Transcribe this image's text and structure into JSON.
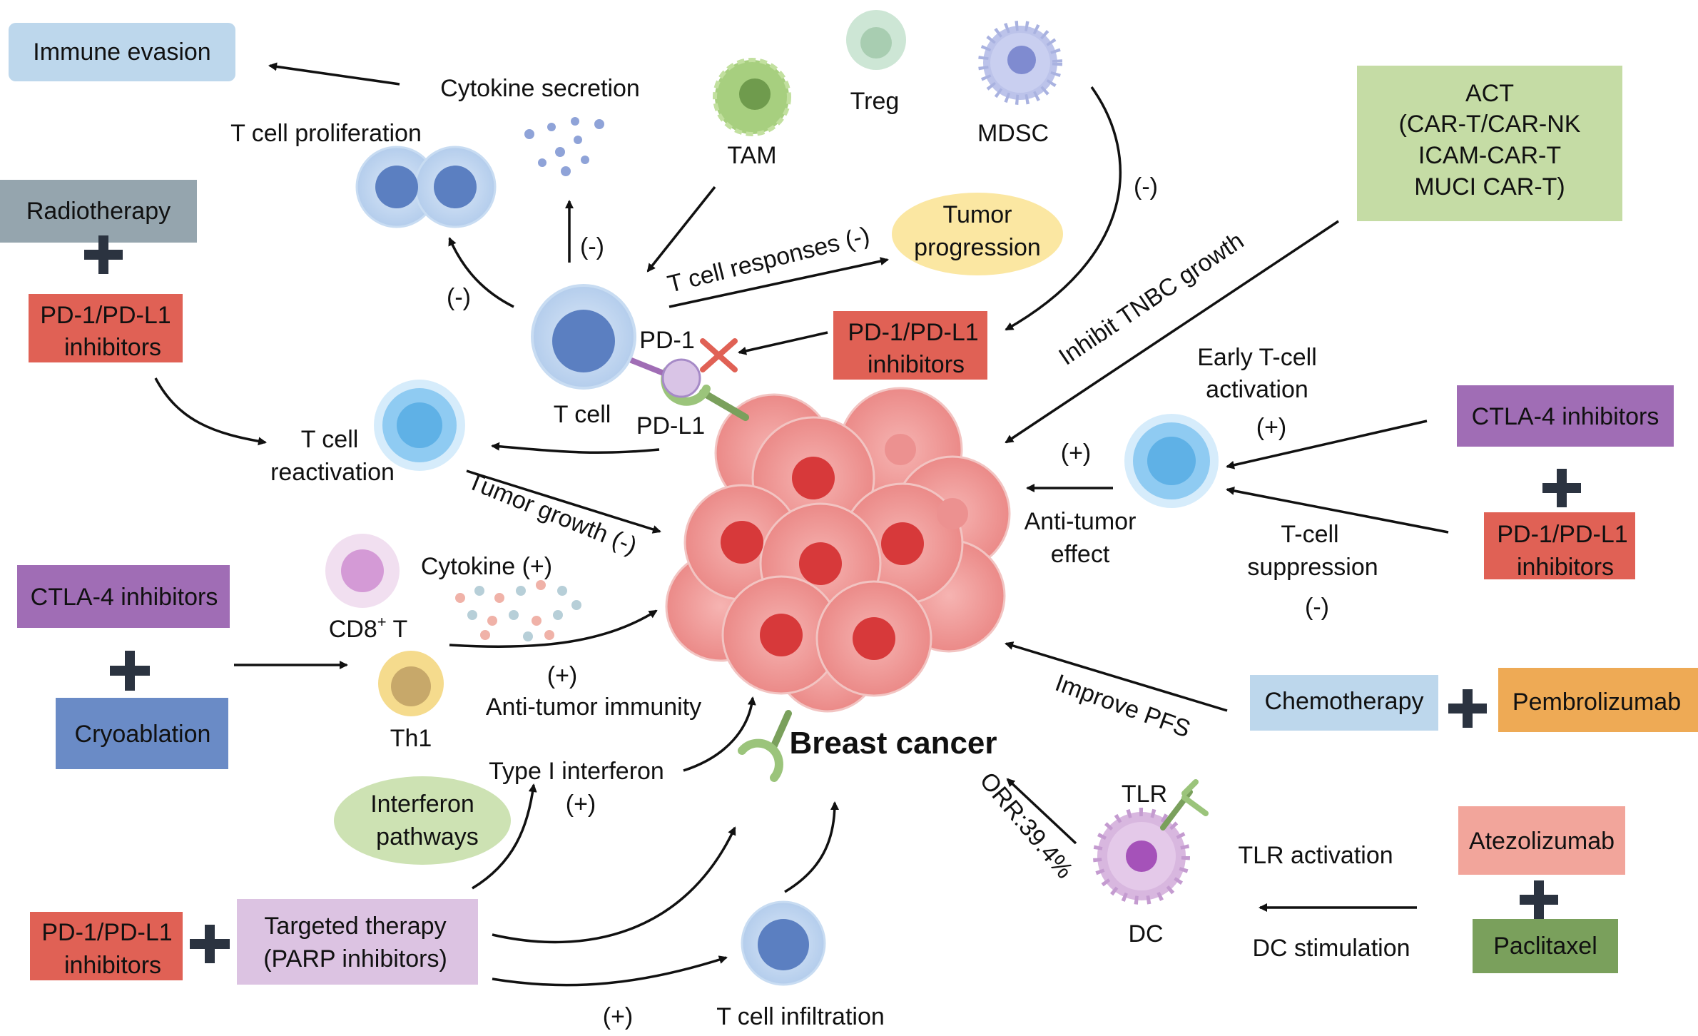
{
  "colors": {
    "red_box": "#e06155",
    "grey_box": "#95a5ae",
    "purple_box": "#a06db5",
    "blue_box": "#6a8bc6",
    "lightblue_box": "#bdd7ec",
    "green_box": "#c5dca5",
    "lavender_box": "#dcc3e2",
    "orange_box": "#eeaa55",
    "salmon_box": "#f2a59b",
    "darkgreen_box": "#7aa05c",
    "yellow_ellipse": "#fbe7a2",
    "green_ellipse": "#cde2b3"
  },
  "boxes": {
    "immune_evasion": "Immune evasion",
    "radiotherapy": "Radiotherapy",
    "pd1_left_top": [
      "PD-1/PD-L1",
      "inhibitors"
    ],
    "pd1_center": [
      "PD-1/PD-L1",
      "inhibitors"
    ],
    "act": [
      "ACT",
      "(CAR-T/CAR-NK",
      "ICAM-CAR-T",
      "MUCI CAR-T)"
    ],
    "ctla4_right": "CTLA-4 inhibitors",
    "pd1_right": [
      "PD-1/PD-L1",
      "inhibitors"
    ],
    "ctla4_left": "CTLA-4 inhibitors",
    "cryoablation": "Cryoablation",
    "chemotherapy": "Chemotherapy",
    "pembrolizumab": "Pembrolizumab",
    "atezolizumab": "Atezolizumab",
    "paclitaxel": "Paclitaxel",
    "pd1_bottom": [
      "PD-1/PD-L1",
      "inhibitors"
    ],
    "targeted_therapy": [
      "Targeted therapy",
      "(PARP inhibitors)"
    ]
  },
  "ellipses": {
    "tumor_progression": [
      "Tumor",
      "progression"
    ],
    "interferon_pathways": [
      "Interferon",
      "pathways"
    ]
  },
  "labels": {
    "cytokine_secretion": "Cytokine secretion",
    "t_cell_proliferation": "T cell proliferation",
    "tam": "TAM",
    "treg": "Treg",
    "mdsc": "MDSC",
    "minus_mdsc": "(-)",
    "minus_up": "(-)",
    "minus_left": "(-)",
    "t_cell_responses": "T cell responses (-)",
    "pd1": "PD-1",
    "pdl1": "PD-L1",
    "t_cell": "T cell",
    "t_cell_reactivation": [
      "T cell",
      "reactivation"
    ],
    "tumor_growth": "Tumor growth (-)",
    "inhibit_tnbc": "Inhibit TNBC growth",
    "early_t_cell": [
      "Early T-cell",
      "activation"
    ],
    "plus_early": "(+)",
    "plus_antitumor": "(+)",
    "anti_tumor_effect": [
      "Anti-tumor",
      "effect"
    ],
    "t_cell_suppression": [
      "T-cell",
      "suppression"
    ],
    "minus_suppression": "(-)",
    "cytokine_plus": "Cytokine (+)",
    "cd8_main": "CD8",
    "cd8_sup": "+",
    "cd8_tail": " T",
    "th1": "Th1",
    "plus_immunity": "(+)",
    "anti_tumor_immunity": "Anti-tumor immunity",
    "breast_cancer": "Breast cancer",
    "improve_pfs": "Improve PFS",
    "type1_interferon": "Type I interferon",
    "plus_interferon": "(+)",
    "orr": "ORR:39.4%",
    "tlr": "TLR",
    "dc": "DC",
    "tlr_activation": "TLR activation",
    "dc_stimulation": "DC stimulation",
    "plus_infiltration": "(+)",
    "t_cell_infiltration": "T cell infiltration"
  }
}
